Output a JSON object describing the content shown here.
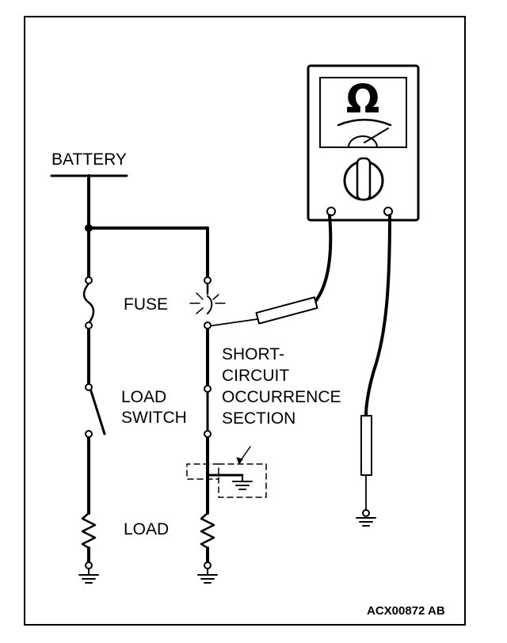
{
  "diagram": {
    "labels": {
      "battery": "BATTERY",
      "fuse": "FUSE",
      "load_switch_line1": "LOAD",
      "load_switch_line2": "SWITCH",
      "load": "LOAD",
      "short_line1": "SHORT-",
      "short_line2": "CIRCUIT",
      "short_line3": "OCCURRENCE",
      "short_line4": "SECTION"
    },
    "meter_symbol": "Ω",
    "figure_code": "ACX00872 AB"
  }
}
